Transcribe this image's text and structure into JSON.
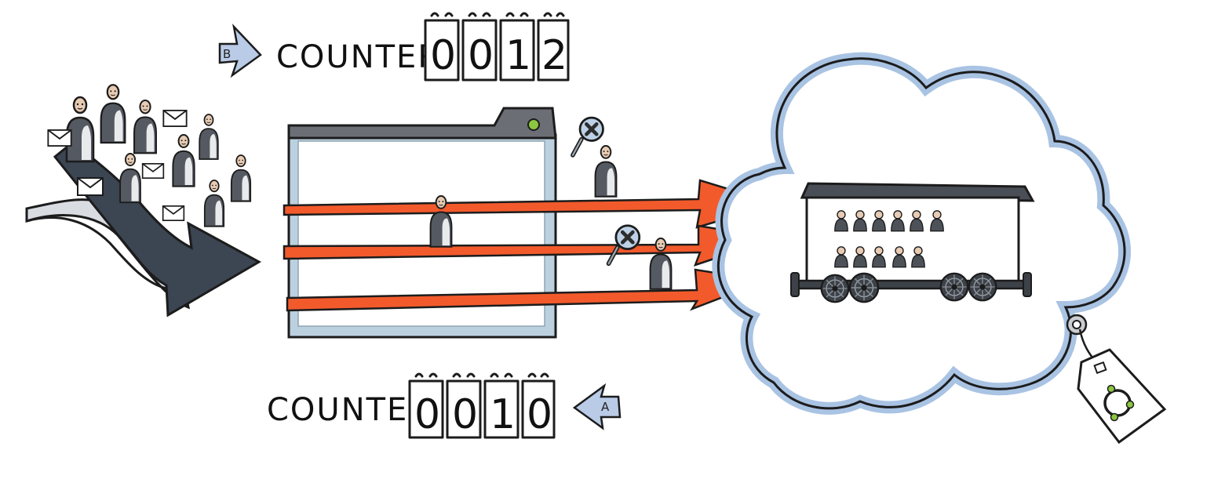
{
  "counter_b": {
    "badge": "B",
    "label": "COUNTER",
    "digits": [
      "0",
      "0",
      "1",
      "2"
    ]
  },
  "counter_a": {
    "badge": "A",
    "label": "COUNTER",
    "digits": [
      "0",
      "0",
      "1",
      "0"
    ]
  },
  "icons": [
    "person-icon",
    "envelope-icon",
    "magnifier-x-icon",
    "train-car-icon",
    "tag-icon"
  ],
  "colors": {
    "ink": "#1c1c1c",
    "stream_arrow": "#f25a2c",
    "cloud_edge": "#a9c3e3",
    "badge": "#b9cbe6",
    "window_frame": "#bcd1df",
    "window_bar": "#6b6f75",
    "dark_flow": "#3c4552",
    "indicator": "#8cc63f",
    "person": "#555a62",
    "head": "#e8cbb3"
  }
}
